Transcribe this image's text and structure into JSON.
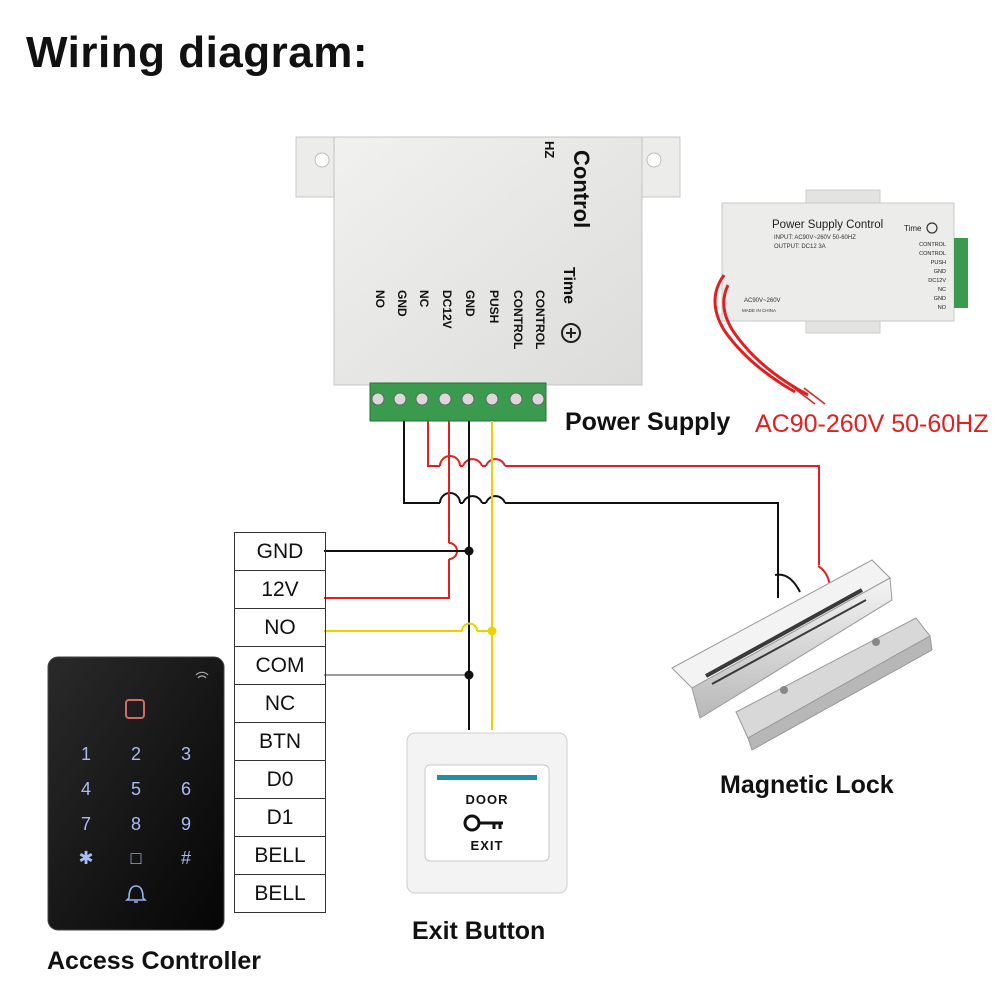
{
  "title": "Wiring diagram:",
  "power_supply": {
    "label": "Power Supply",
    "ac_label": "AC90-260V 50-60HZ",
    "box_text": "Control",
    "box_text_partial": "HZ",
    "time_label": "Time",
    "terminals": [
      "CONTROL",
      "CONTROL",
      "PUSH",
      "GND",
      "DC12V",
      "NC",
      "GND",
      "NO"
    ]
  },
  "inset_photo": {
    "title": "Power Supply Control",
    "input": "INPUT: AC90V~260V 50-60HZ",
    "output": "OUTPUT: DC12  3A",
    "time_label": "Time",
    "ac_small": "AC90V~260V",
    "made_in": "MADE IN CHINA",
    "terminals": [
      "CONTROL",
      "CONTROL",
      "PUSH",
      "GND",
      "DC12V",
      "NC",
      "GND",
      "NO"
    ]
  },
  "access_controller": {
    "label": "Access Controller",
    "terminals": [
      "GND",
      "12V",
      "NO",
      "COM",
      "NC",
      "BTN",
      "D0",
      "D1",
      "BELL",
      "BELL"
    ],
    "keys": [
      "1",
      "2",
      "3",
      "4",
      "5",
      "6",
      "7",
      "8",
      "9",
      "✱",
      "□",
      "#"
    ]
  },
  "exit_button": {
    "label": "Exit Button",
    "text_top": "DOOR",
    "text_bottom": "EXIT"
  },
  "magnetic_lock": {
    "label": "Magnetic Lock"
  },
  "colors": {
    "red_wire": "#e02020",
    "black_wire": "#111111",
    "yellow_wire": "#e8d200",
    "gray_wire": "#9a9a9a",
    "terminal_green": "#3a9a4e"
  }
}
